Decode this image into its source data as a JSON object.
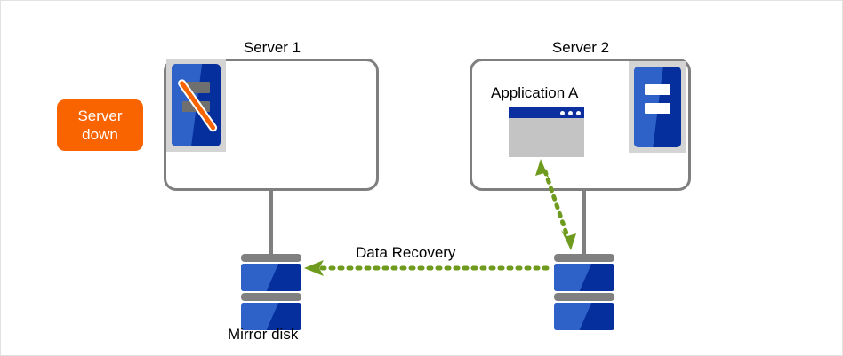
{
  "diagram": {
    "status_badge": {
      "name": "server-down-badge",
      "line1": "Server",
      "line2": "down",
      "color": "#FA6400",
      "text_color": "#FFFFFF"
    },
    "servers": [
      {
        "id": "server1",
        "title": "Server 1",
        "state": "down",
        "rack_icon": "server-rack-icon-disabled",
        "strike": true,
        "application": null
      },
      {
        "id": "server2",
        "title": "Server 2",
        "state": "active",
        "rack_icon": "server-rack-icon",
        "strike": false,
        "application": {
          "label": "Application A",
          "window_icon": "application-window-icon",
          "title_bar_color": "#0B2F9E",
          "body_color": "#C4C4C4",
          "dots": 3
        }
      }
    ],
    "disks": [
      {
        "id": "disk-left",
        "label": "Mirror disk",
        "icon": "database-disk-icon",
        "segments": 2,
        "color_dark": "#062F9E",
        "color_light": "#2F62C8"
      },
      {
        "id": "disk-right",
        "label": "",
        "icon": "database-disk-icon",
        "segments": 2,
        "color_dark": "#062F9E",
        "color_light": "#2F62C8"
      }
    ],
    "arrows": [
      {
        "id": "data-recovery-arrow",
        "label": "Data Recovery",
        "style": "dotted",
        "color": "#6E9B1E",
        "direction": "right-to-left",
        "heads": 1
      },
      {
        "id": "application-disk-arrow",
        "label": "",
        "style": "dotted",
        "color": "#6E9B1E",
        "direction": "bidirectional",
        "heads": 2
      }
    ],
    "connectors": {
      "color": "#7F7F7F",
      "count": 2
    },
    "border_color": "#7F7F7F"
  }
}
